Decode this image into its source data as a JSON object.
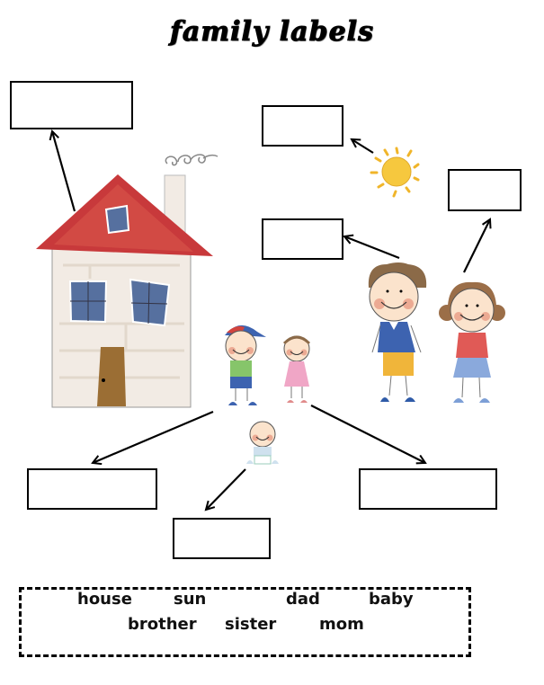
{
  "title": "family labels",
  "label_boxes": [
    {
      "id": "house",
      "answer": ""
    },
    {
      "id": "sun",
      "answer": ""
    },
    {
      "id": "dad",
      "answer": ""
    },
    {
      "id": "mom",
      "answer": ""
    },
    {
      "id": "brother",
      "answer": ""
    },
    {
      "id": "baby",
      "answer": ""
    },
    {
      "id": "sister",
      "answer": ""
    }
  ],
  "illustrations": [
    "house-icon",
    "sun-icon",
    "dad-figure",
    "mom-figure",
    "brother-figure",
    "sister-figure",
    "baby-figure"
  ],
  "word_bank": {
    "row1": [
      "house",
      "sun",
      "dad",
      "baby"
    ],
    "row2": [
      "brother",
      "sister",
      "mom"
    ]
  },
  "colors": {
    "roof": "#c8393b",
    "wall": "#f2ebe4",
    "window": "#56709f",
    "door": "#9b6e34",
    "sun": "#f6c83e",
    "dad_shirt": "#3d63b0",
    "dad_shorts": "#f0b53a",
    "mom_dress": "#e05a56",
    "mom_skirt": "#8aa9dc",
    "brother_shirt": "#86c56a",
    "sister_dress": "#f0a6c6"
  }
}
